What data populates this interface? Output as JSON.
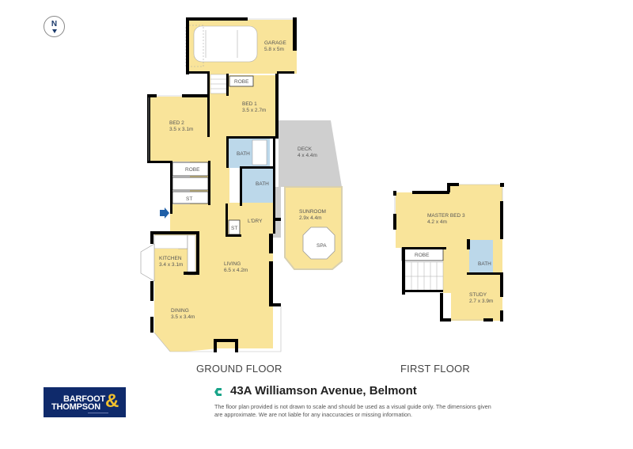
{
  "compass": {
    "label": "N",
    "icon": "north-arrow-icon"
  },
  "floors": [
    {
      "title": "GROUND FLOOR"
    },
    {
      "title": "FIRST FLOOR"
    }
  ],
  "rooms": {
    "garage": {
      "name": "GARAGE",
      "size": "5.8 x 5m"
    },
    "robe_ground_top": {
      "name": "ROBE"
    },
    "bed1": {
      "name": "BED 1",
      "size": "3.5 x 2.7m"
    },
    "bed2": {
      "name": "BED 2",
      "size": "3.5 x 3.1m"
    },
    "bath1": {
      "name": "BATH"
    },
    "bath2": {
      "name": "BATH"
    },
    "robe_ground_mid": {
      "name": "ROBE"
    },
    "st1": {
      "name": "ST"
    },
    "st2": {
      "name": "ST"
    },
    "laundry": {
      "name": "L'DRY"
    },
    "deck": {
      "name": "DECK",
      "size": "4 x 4.4m"
    },
    "sunroom": {
      "name": "SUNROOM",
      "size": "2.9x 4.4m"
    },
    "spa": {
      "name": "SPA"
    },
    "kitchen": {
      "name": "KITCHEN",
      "size": "3.4 x 3.1m"
    },
    "living": {
      "name": "LIVING",
      "size": "6.5 x 4.2m"
    },
    "dining": {
      "name": "DINING",
      "size": "3.5 x 3.4m"
    },
    "master_bed": {
      "name": "MASTER BED 3",
      "size": "4.2 x 4m"
    },
    "robe_first": {
      "name": "ROBE"
    },
    "bath_first": {
      "name": "BATH"
    },
    "study": {
      "name": "STUDY",
      "size": "2.7 x 3.9m"
    }
  },
  "colors": {
    "room_fill": "#f9e49a",
    "bath_fill": "#bcd8ea",
    "deck_fill": "#cfcfcf",
    "wall": "#000000",
    "entry_arrow": "#1f5fa8",
    "brand_navy": "#0f2a6b",
    "brand_gold": "#f2c12e",
    "brand_icon_green": "#1aa58a"
  },
  "entry_marker": {
    "icon": "entry-arrow-icon"
  },
  "brand": {
    "line1": "BARFOOT",
    "line2": "THOMPSON",
    "ampersand": "&"
  },
  "address": {
    "icon": "brand-mark-icon",
    "text": "43A Williamson Avenue,  Belmont"
  },
  "disclaimer": "The floor plan provided is not drawn to scale and should be used as a visual guide only. The dimensions given are approximate. We are not liable for any inaccuracies or missing information."
}
